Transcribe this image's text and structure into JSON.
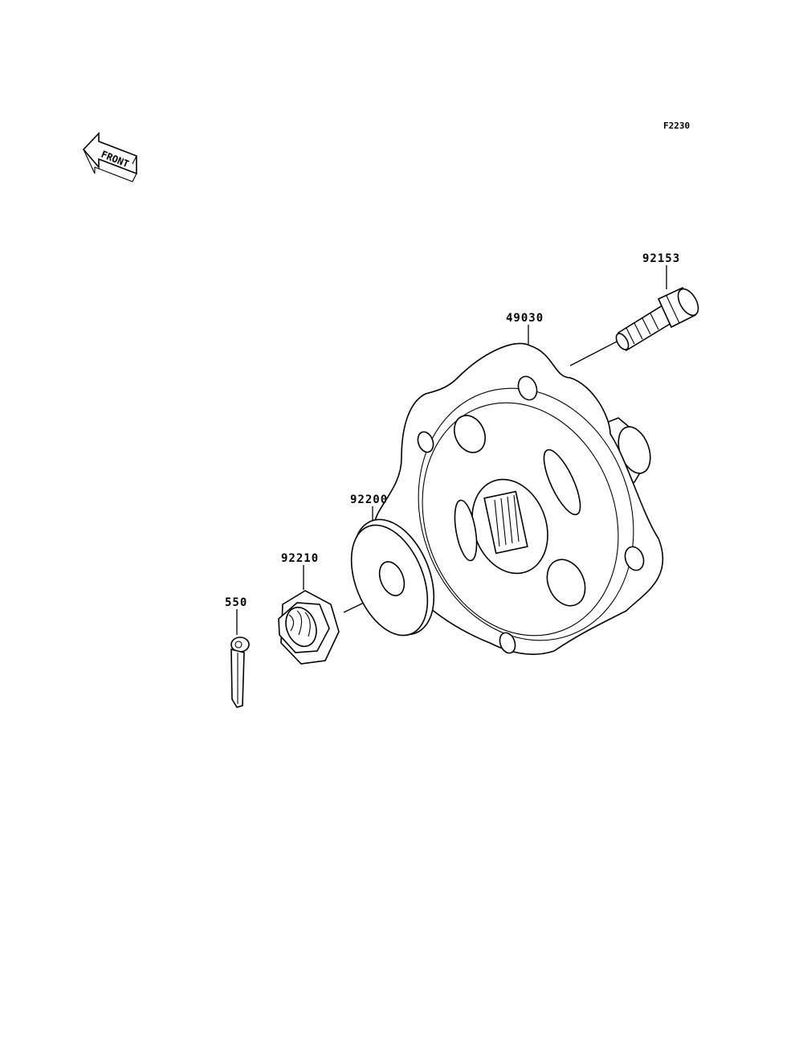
{
  "figure_code": "F2230",
  "front_marker": {
    "label": "FRONT",
    "icon": "front-arrow-icon"
  },
  "parts": [
    {
      "id": "p1",
      "number": "92153"
    },
    {
      "id": "p2",
      "number": "49030"
    },
    {
      "id": "p3",
      "number": "92200"
    },
    {
      "id": "p4",
      "number": "92210"
    },
    {
      "id": "p5",
      "number": "550"
    }
  ]
}
